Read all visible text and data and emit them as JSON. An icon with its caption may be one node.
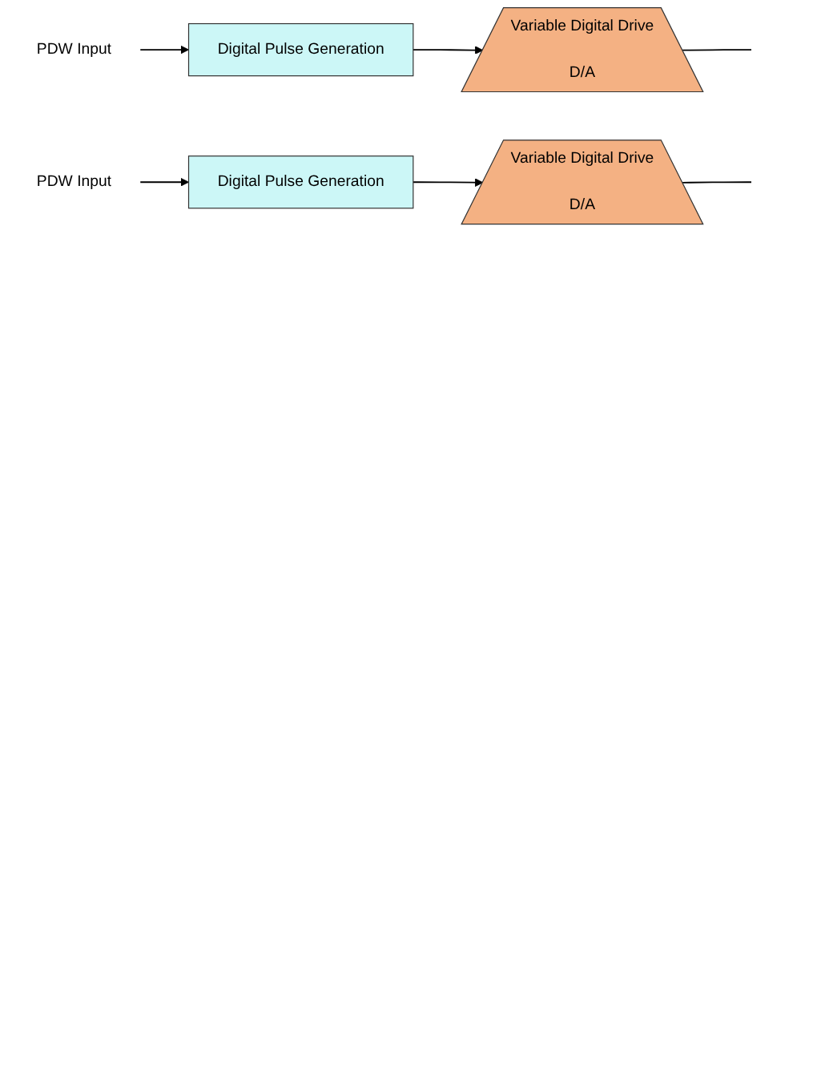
{
  "diagram": {
    "nodes": [
      {
        "text": [
          "PDW Input"
        ]
      },
      {
        "text": [
          "Digital Pulse Generation"
        ]
      },
      {
        "text": [
          "Variable Digital Drive",
          "D/A"
        ]
      },
      {
        "text": [
          "PDW Input"
        ]
      },
      {
        "text": [
          "Digital Pulse Generation"
        ]
      },
      {
        "text": [
          "Variable Digital Drive",
          "D/A"
        ]
      }
    ],
    "edges": [
      {
        "from": 0,
        "to": 1,
        "arrow": "to"
      },
      {
        "from": 1,
        "to": 2,
        "arrow": "to"
      },
      {
        "from": 2,
        "to": null,
        "arrow": "none"
      },
      {
        "from": 3,
        "to": 4,
        "arrow": "to"
      },
      {
        "from": 4,
        "to": 5,
        "arrow": "to"
      },
      {
        "from": 5,
        "to": null,
        "arrow": "none"
      }
    ]
  }
}
